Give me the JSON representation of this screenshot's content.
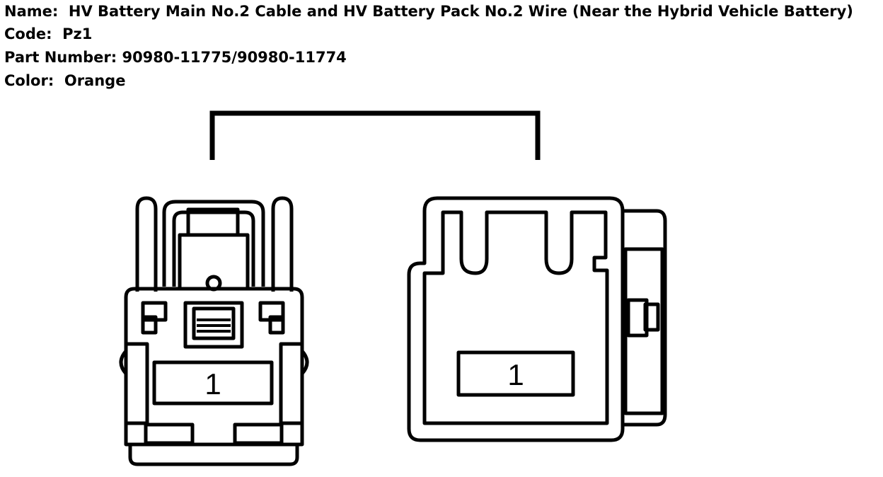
{
  "connector": {
    "name_label": "Name:",
    "name_value": "HV Battery Main No.2 Cable and HV Battery Pack No.2 Wire (Near the Hybrid Vehicle Battery)",
    "code_label": "Code:",
    "code_value": "Pz1",
    "part_label": "Part Number:",
    "part_value": "90980-11775/90980-11774",
    "color_label": "Color:",
    "color_value": "Orange"
  },
  "left_connector": {
    "pin_label": "1"
  },
  "right_connector": {
    "pin_label": "1"
  },
  "colors": {
    "line": "#000000",
    "background": "#ffffff"
  }
}
